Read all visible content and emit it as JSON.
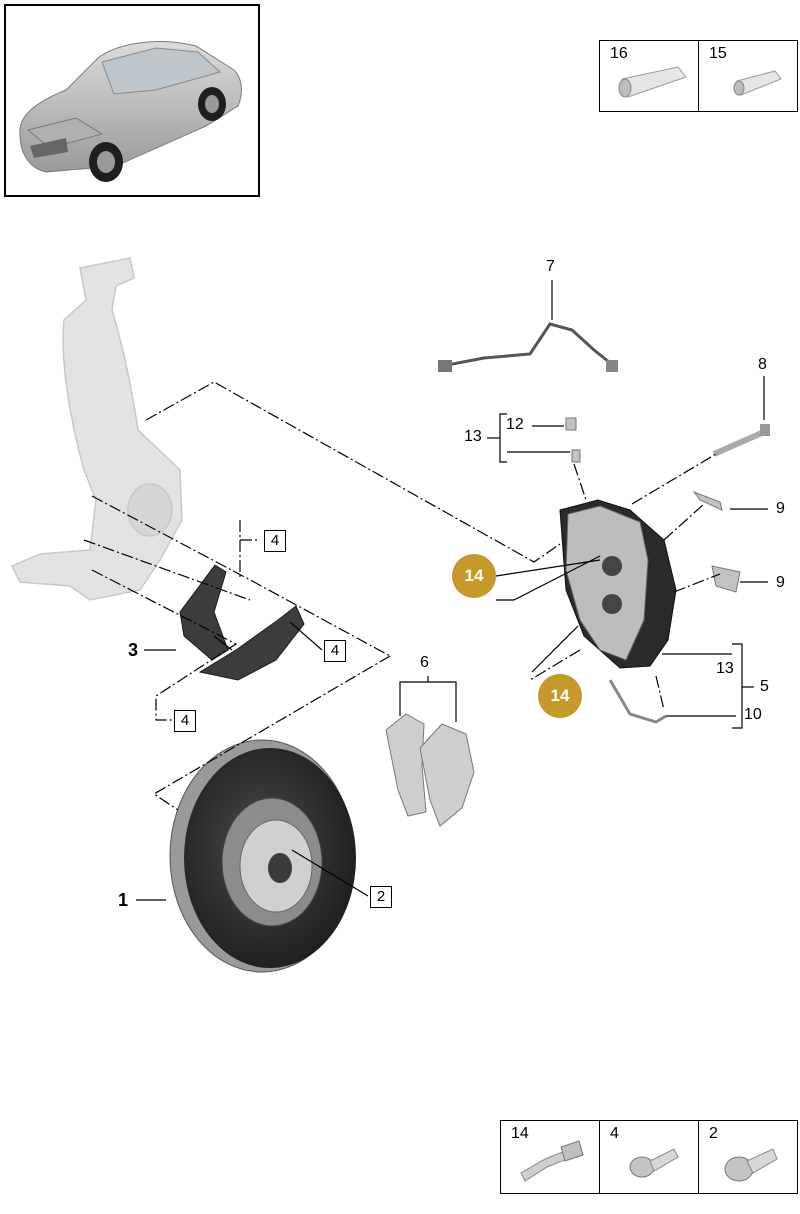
{
  "top_parts_box": {
    "cells": [
      {
        "number": "16"
      },
      {
        "number": "15"
      }
    ]
  },
  "bottom_parts_box": {
    "cells": [
      {
        "number": "14"
      },
      {
        "number": "4"
      },
      {
        "number": "2"
      }
    ]
  },
  "callouts": {
    "n1": "1",
    "n2": "2",
    "n3": "3",
    "n4a": "4",
    "n4b": "4",
    "n4c": "4",
    "n5": "5",
    "n6": "6",
    "n7": "7",
    "n8": "8",
    "n9a": "9",
    "n9b": "9",
    "n10": "10",
    "n12": "12",
    "n13a": "13",
    "n13b": "13",
    "n14a": "14",
    "n14b": "14"
  },
  "colors": {
    "badge": "#c59a2a",
    "part_dark": "#3a3a3a",
    "part_light": "#d4d4d4"
  }
}
